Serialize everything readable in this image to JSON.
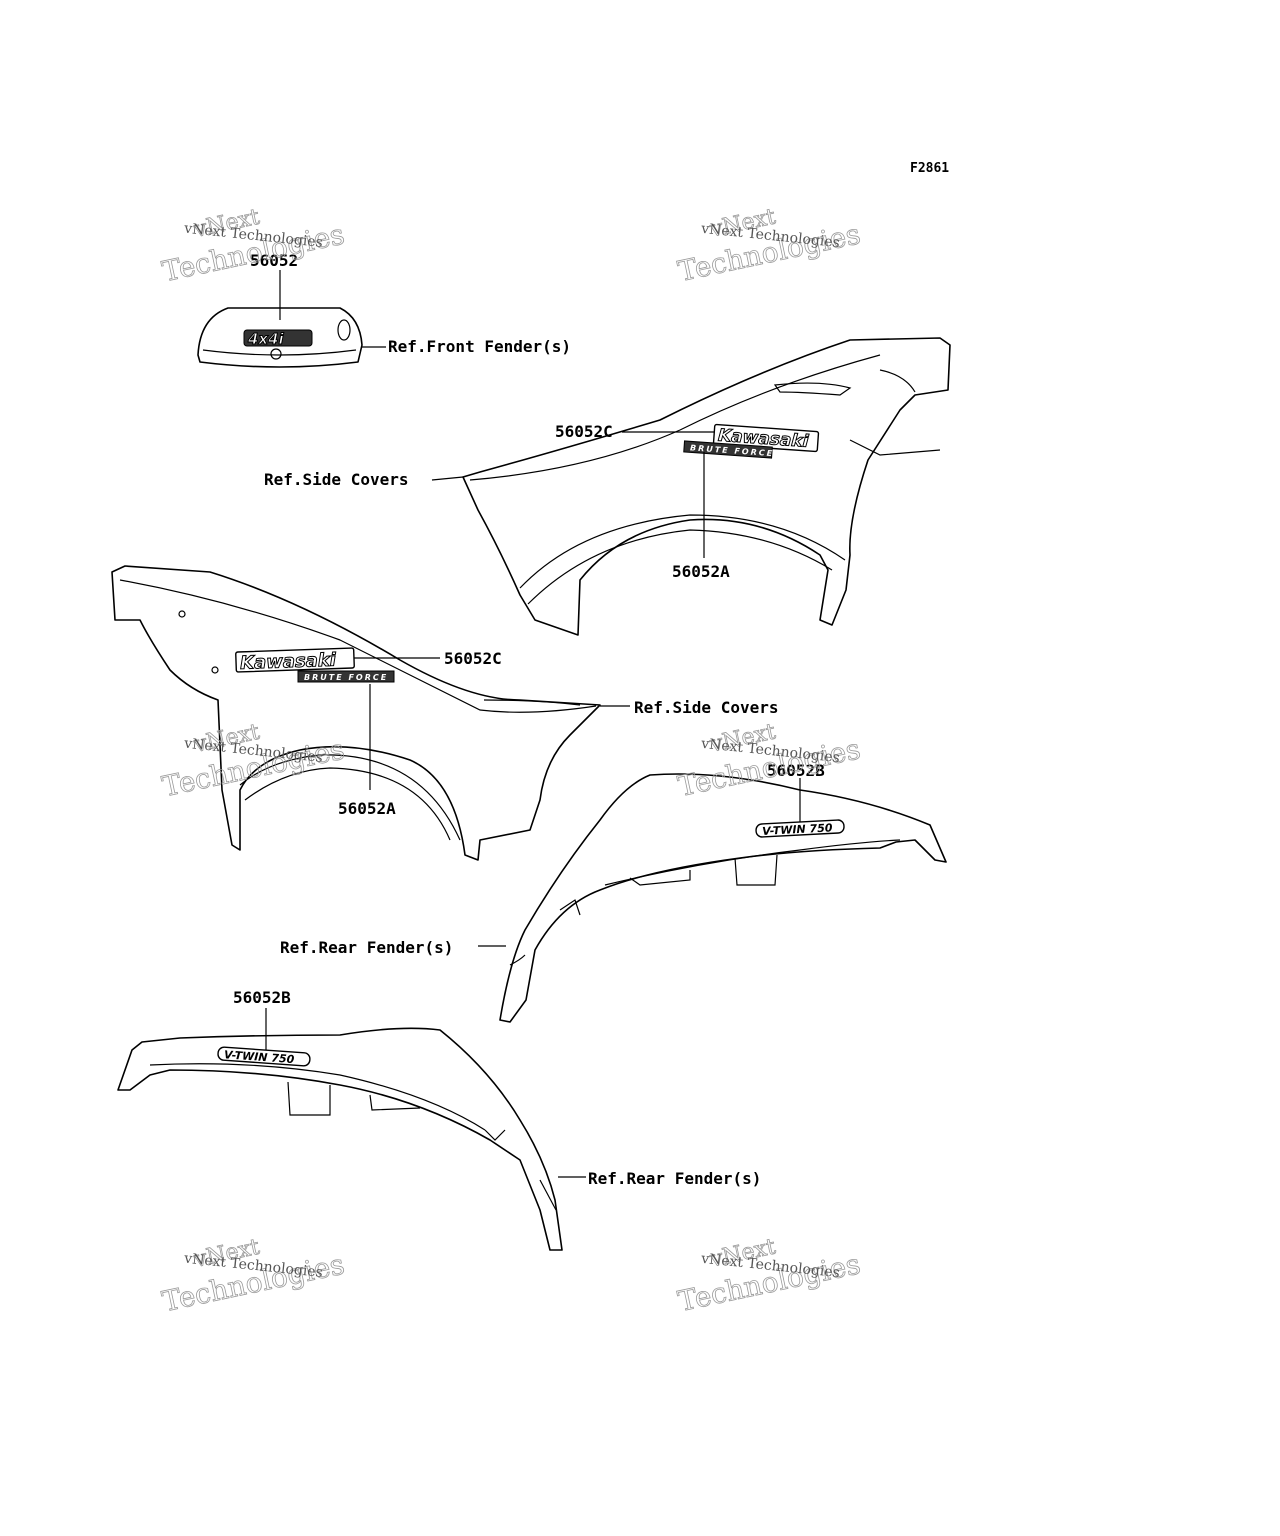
{
  "figure_id": "F2861",
  "callouts": {
    "front_fender_part": "56052",
    "front_fender_ref": "Ref.Front Fender(s)",
    "right_cover_c": "56052C",
    "right_cover_a": "56052A",
    "right_cover_ref": "Ref.Side Covers",
    "left_cover_c": "56052C",
    "left_cover_a": "56052A",
    "left_cover_ref": "Ref.Side Covers",
    "right_rear_part": "56052B",
    "right_rear_ref": "Ref.Rear Fender(s)",
    "left_rear_part": "56052B",
    "left_rear_ref": "Ref.Rear Fender(s)"
  },
  "decals": {
    "four_by_four": "4x4i",
    "kawasaki": "Kawasaki",
    "brute_force": "BRUTE FORCE",
    "vtwin": "V-TWIN 750"
  },
  "watermark": {
    "line1": "vNext",
    "line2": "Technologies",
    "small": "vNext Technologies"
  }
}
